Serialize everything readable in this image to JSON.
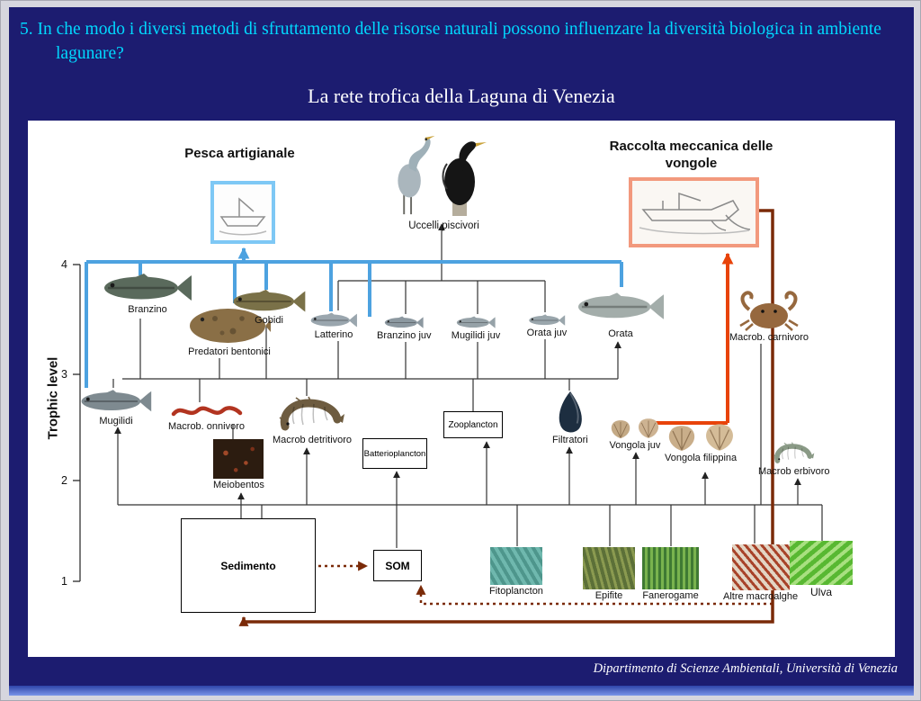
{
  "slide": {
    "question": "5. In che modo i diversi metodi di sfruttamento delle risorse naturali possono influenzare la diversità biologica in ambiente lagunare?",
    "title": "La rete trofica della Laguna di Venezia",
    "footer": "Dipartimento di Scienze Ambientali, Università di Venezia"
  },
  "diagram": {
    "axis_label": "Trophic level",
    "ticks": {
      "t4": "4",
      "t3": "3",
      "t2": "2",
      "t1": "1"
    },
    "headers": {
      "pesca": "Pesca artigianale",
      "uccelli": "Uccelli piscivori",
      "raccolta": "Raccolta meccanica delle vongole"
    },
    "labels": {
      "branzino": "Branzino",
      "gobidi": "Gobidi",
      "predatori_bentonici": "Predatori bentonici",
      "latterino": "Latterino",
      "branzino_juv": "Branzino juv",
      "mugilidi_juv": "Mugilidi juv",
      "orata_juv": "Orata juv",
      "orata": "Orata",
      "macrob_carnivoro": "Macrob. carnivoro",
      "mugilidi": "Mugilidi",
      "macrob_onnivoro": "Macrob. onnivoro",
      "macrob_detritivoro": "Macrob detritivoro",
      "zooplancton": "Zooplancton",
      "filtratori": "Filtratori",
      "vongola_juv": "Vongola juv",
      "vongola_filippina": "Vongola filippina",
      "macrob_erbivoro": "Macrob erbivoro",
      "batterioplancton": "Batterioplancton",
      "meiobentos": "Meiobentos",
      "sedimento": "Sedimento",
      "som": "SOM",
      "fitoplancton": "Fitoplancton",
      "epifite": "Epifite",
      "fanerogame": "Fanerogame",
      "altre_macroalghe": "Altre macroalghe",
      "ulva": "Ulva"
    },
    "colors": {
      "slide_bg": "#1c1c70",
      "question_text": "#00d9ff",
      "fishing_line_blue": "#4da2e0",
      "clam_harvest_orange": "#e8430a",
      "impact_brown": "#7a2a08",
      "fishing_box_border": "#7ec8f5",
      "harvest_box_border": "#f2997d"
    }
  }
}
